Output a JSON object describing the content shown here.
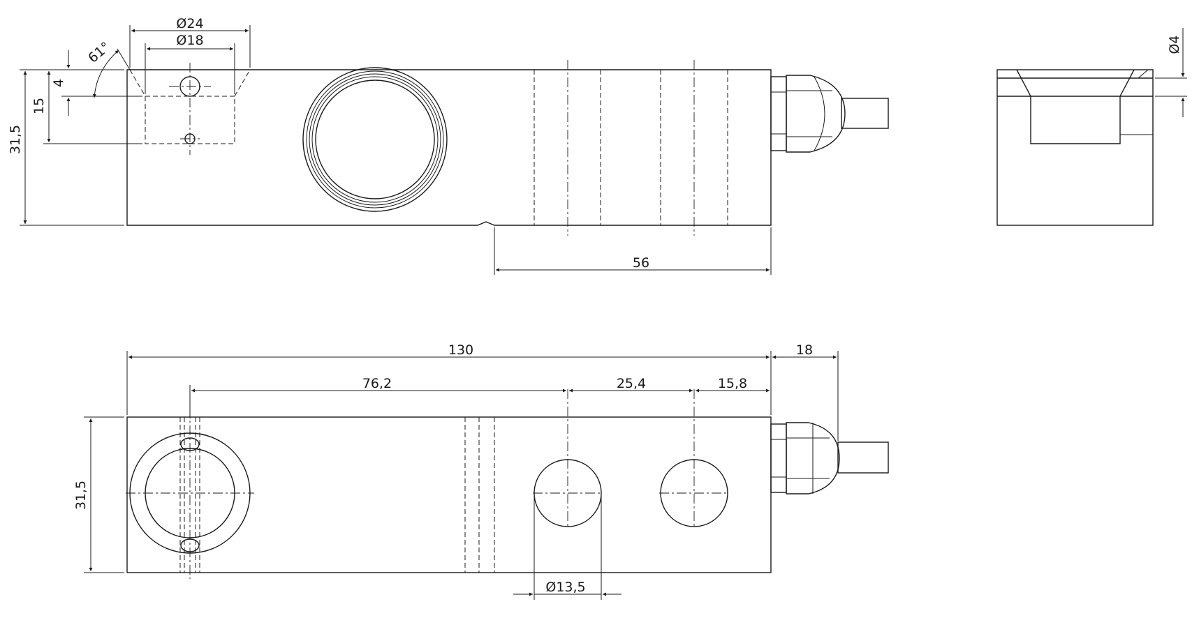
{
  "drawing": {
    "views": [
      "front-view",
      "side-view",
      "top-view"
    ],
    "dimensions": {
      "dia24": "24",
      "dia18": "18",
      "angle61": "61°",
      "d4": "4",
      "d15": "15",
      "d31_5_front": "31,5",
      "d56": "56",
      "dia4": "4",
      "d130": "130",
      "d18": "18",
      "d76_2": "76,2",
      "d25_4": "25,4",
      "d15_8": "15,8",
      "d31_5_top": "31,5",
      "dia13_5": "13,5"
    },
    "symbols": {
      "diameter": "Ø"
    }
  }
}
